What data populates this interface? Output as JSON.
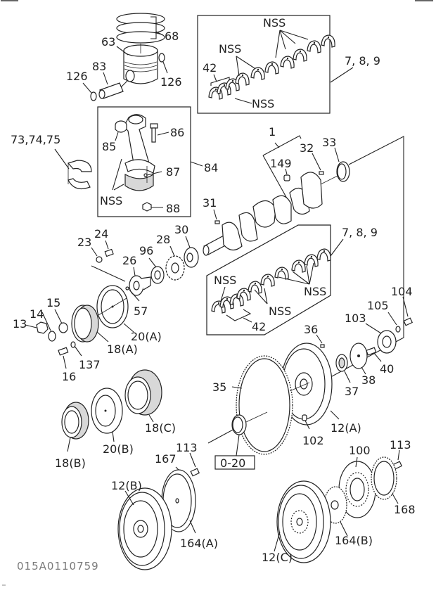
{
  "diagram": {
    "title": "Engine crankshaft, piston, connecting rod, pulley and flywheel exploded parts diagram",
    "drawing_code": "015A0110759",
    "reference_box_label": "0-20",
    "callouts": {
      "c68": "68",
      "c63": "63",
      "c83": "83",
      "c126a": "126",
      "c126b": "126",
      "c_bear_top_nss1": "NSS",
      "c_bear_top_nss2": "NSS",
      "c_bear_top_nss3": "NSS",
      "c_bear_top_42": "42",
      "c_bear_top_789": "7, 8, 9",
      "c73": "73,74,75",
      "c85": "85",
      "c86": "86",
      "c87": "87",
      "c88": "88",
      "c84": "84",
      "c_rod_nss": "NSS",
      "c1": "1",
      "c149": "149",
      "c32": "32",
      "c33": "33",
      "c31": "31",
      "c24": "24",
      "c23": "23",
      "c30": "30",
      "c96": "96",
      "c28": "28",
      "c26": "26",
      "c57": "57",
      "c_bear_bot_789": "7, 8, 9",
      "c_bear_bot_nss1": "NSS",
      "c_bear_bot_nss2": "NSS",
      "c_bear_bot_nss3": "NSS",
      "c_bear_bot_42": "42",
      "c104": "104",
      "c105": "105",
      "c103": "103",
      "c13": "13",
      "c14": "14",
      "c15": "15",
      "c20a": "20(A)",
      "c18a": "18(A)",
      "c137": "137",
      "c16": "16",
      "c36": "36",
      "c40": "40",
      "c38": "38",
      "c37": "37",
      "c35": "35",
      "c12a": "12(A)",
      "c102": "102",
      "c18c": "18(C)",
      "c20b": "20(B)",
      "c18b": "18(B)",
      "c113a": "113",
      "c167": "167",
      "c100": "100",
      "c113b": "113",
      "c12b": "12(B)",
      "c164a": "164(A)",
      "c168": "168",
      "c164b": "164(B)",
      "c12c": "12(C)"
    },
    "parts": [
      {
        "id": "piston-rings",
        "ref": "68"
      },
      {
        "id": "piston",
        "ref": "63"
      },
      {
        "id": "piston-pin",
        "ref": "83"
      },
      {
        "id": "snap-ring",
        "ref": "126"
      },
      {
        "id": "main-bearing-set",
        "ref": "7, 8, 9"
      },
      {
        "id": "thrust-washer",
        "ref": "42"
      },
      {
        "id": "conrod-bearing",
        "ref": "73,74,75"
      },
      {
        "id": "conrod-assembly",
        "ref": "84"
      },
      {
        "id": "conrod-bushing",
        "ref": "85"
      },
      {
        "id": "conrod-bolt",
        "ref": "86"
      },
      {
        "id": "conrod-pin",
        "ref": "87"
      },
      {
        "id": "conrod-nut",
        "ref": "88"
      },
      {
        "id": "crankshaft-assembly",
        "ref": "1"
      },
      {
        "id": "plug",
        "ref": "149"
      },
      {
        "id": "pin",
        "ref": "32"
      },
      {
        "id": "oil-seal",
        "ref": "33"
      },
      {
        "id": "key",
        "ref": "31"
      },
      {
        "id": "bolt",
        "ref": "24"
      },
      {
        "id": "washer",
        "ref": "23"
      },
      {
        "id": "slinger",
        "ref": "30"
      },
      {
        "id": "spacer",
        "ref": "96"
      },
      {
        "id": "crank-gear",
        "ref": "28"
      },
      {
        "id": "pulley-hub",
        "ref": "26"
      },
      {
        "id": "key-57",
        "ref": "57"
      },
      {
        "id": "bolt-104",
        "ref": "104"
      },
      {
        "id": "washer-105",
        "ref": "105"
      },
      {
        "id": "retainer",
        "ref": "103"
      },
      {
        "id": "nut",
        "ref": "13"
      },
      {
        "id": "washer-14",
        "ref": "14"
      },
      {
        "id": "spacer-15",
        "ref": "15"
      },
      {
        "id": "damper-pulley-a",
        "ref": "20(A)"
      },
      {
        "id": "pulley-a",
        "ref": "18(A)"
      },
      {
        "id": "clip",
        "ref": "137"
      },
      {
        "id": "bolt-16",
        "ref": "16"
      },
      {
        "id": "dowel",
        "ref": "36"
      },
      {
        "id": "flywheel-bolt",
        "ref": "40"
      },
      {
        "id": "plate",
        "ref": "38"
      },
      {
        "id": "pilot-bearing",
        "ref": "37"
      },
      {
        "id": "ring-gear",
        "ref": "35"
      },
      {
        "id": "flywheel-a",
        "ref": "12(A)"
      },
      {
        "id": "bolt-102",
        "ref": "102"
      },
      {
        "id": "pulley-c",
        "ref": "18(C)"
      },
      {
        "id": "damper-pulley-b",
        "ref": "20(B)"
      },
      {
        "id": "pulley-b",
        "ref": "18(B)"
      },
      {
        "id": "bolt-113",
        "ref": "113"
      },
      {
        "id": "pin-167",
        "ref": "167"
      },
      {
        "id": "flexplate",
        "ref": "100"
      },
      {
        "id": "flywheel-b",
        "ref": "12(B)"
      },
      {
        "id": "plate-164a",
        "ref": "164(A)"
      },
      {
        "id": "ring-plate-168",
        "ref": "168"
      },
      {
        "id": "plate-164b",
        "ref": "164(B)"
      },
      {
        "id": "flywheel-c",
        "ref": "12(C)"
      }
    ]
  }
}
